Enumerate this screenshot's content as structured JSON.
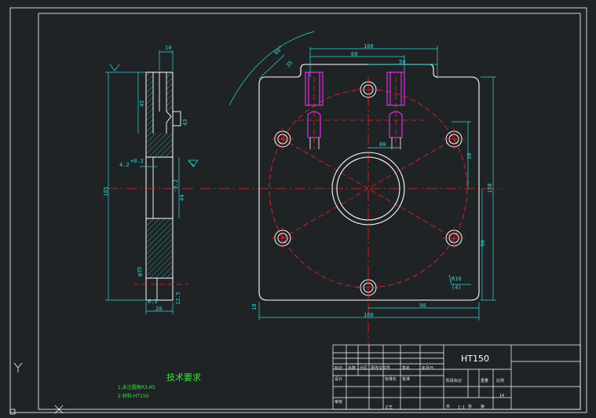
{
  "drawing": {
    "material_title": "HT150",
    "scale": "1:1",
    "sheet": "1",
    "total": "1",
    "weight": "",
    "sheets_label": "14"
  },
  "requirements": {
    "heading": "技术要求",
    "items": [
      "1.未注圆角R3-R5",
      "2.材料:HT150"
    ]
  },
  "title_block_cells": [
    "标记",
    "处数",
    "分区",
    "更改文件号",
    "签名",
    "年月日",
    "设计",
    "标准化",
    "审核",
    "工艺",
    "批准",
    "阶段标记",
    "重量",
    "比例",
    "共",
    "张",
    "第"
  ],
  "dims_front": {
    "d100": "100",
    "d60": "60",
    "d50": "50",
    "d150": "150",
    "d90": "90",
    "d80": "80",
    "d30": "30",
    "d160": "160",
    "d10": "10",
    "r10": "R10",
    "r10_count": "(4)",
    "angle": "60°",
    "d35": "35"
  },
  "dims_side": {
    "d165": "165",
    "d45": "45",
    "d10": "10",
    "d20": "20",
    "d43": "43",
    "d44": "44",
    "tol1": "+0.2",
    "tol2": "-0.2",
    "d42": "4.2",
    "phi35": "φ35",
    "d6": "6.3",
    "d12": "12.5"
  },
  "colors": {
    "background": "#202326",
    "outline": "#ffffff",
    "dimension": "#2fd7d7",
    "centerline": "#e8202a",
    "hidden": "#ff33ff",
    "hatch": "#2fd7d7",
    "text_green": "#39e639"
  }
}
